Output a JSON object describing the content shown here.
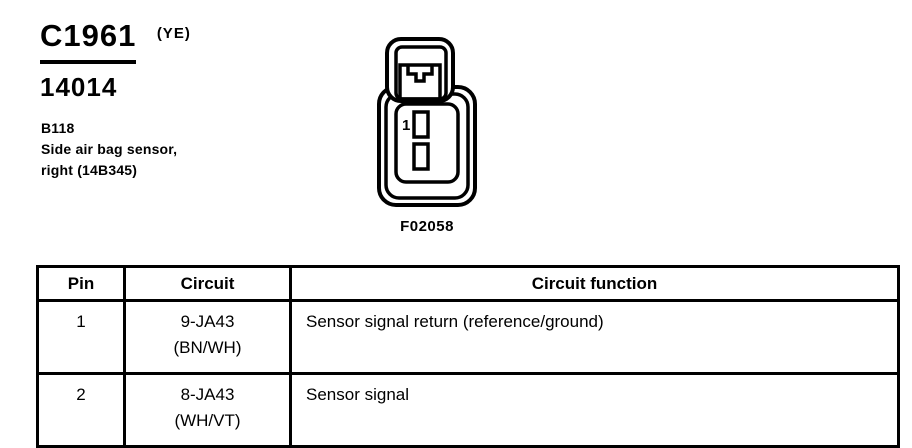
{
  "header": {
    "connector_id": "C1961",
    "color_code": "(YE)",
    "part_number": "14014",
    "component_code": "B118",
    "component_desc1": "Side air bag sensor,",
    "component_desc2": "right (14B345)"
  },
  "figure": {
    "label": "F02058",
    "pin1_label": "1"
  },
  "pin_table": {
    "headers": [
      "Pin",
      "Circuit",
      "Circuit function"
    ],
    "rows": [
      {
        "pin": "1",
        "circuit": "9-JA43",
        "circuit_color": "(BN/WH)",
        "function": "Sensor signal return (reference/ground)"
      },
      {
        "pin": "2",
        "circuit": "8-JA43",
        "circuit_color": "(WH/VT)",
        "function": "Sensor signal"
      }
    ]
  },
  "colors": {
    "ink": "#000000",
    "paper": "#ffffff"
  }
}
